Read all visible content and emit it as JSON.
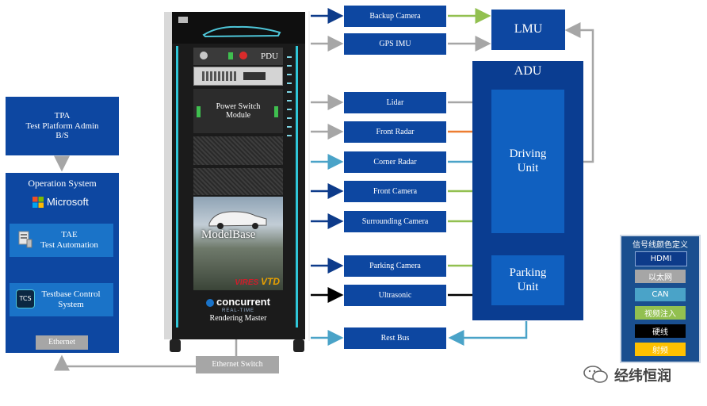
{
  "tpa": {
    "title": "TPA",
    "line2": "Test Platform  Admin",
    "line3": "B/S"
  },
  "os": {
    "title": "Operation System",
    "microsoft": "Microsoft",
    "tae_line1": "TAE",
    "tae_line2": "Test Automation",
    "tbc_line1": "Testbase Control",
    "tbc_line2": "System",
    "tcs_logo": "TCS",
    "ethernet": "Ethernet"
  },
  "rack": {
    "pdu": "PDU",
    "power_switch_1": "Power Switch",
    "power_switch_2": "Module",
    "modelbase": "ModelBase",
    "vires": "VIRES",
    "vtd": "VTD",
    "concurrent": "concurrent",
    "realtime": "REAL-TIME",
    "rendering_master": "Rendering Master"
  },
  "ethernet_switch": "Ethernet Switch",
  "sensors": [
    "Backup Camera",
    "GPS IMU",
    "Lidar",
    "Front Radar",
    "Corner Radar",
    "Front Camera",
    "Surrounding Camera",
    "Parking Camera",
    "Ultrasonic",
    "Rest Bus"
  ],
  "lmu": "LMU",
  "adu": {
    "title": "ADU",
    "driving_1": "Driving",
    "driving_2": "Unit",
    "parking_1": "Parking",
    "parking_2": "Unit"
  },
  "legend": {
    "title": "信号线颜色定义",
    "items": [
      "HDMI",
      "以太网",
      "CAN",
      "视频注入",
      "硬线",
      "射频"
    ]
  },
  "watermark": "经纬恒润",
  "colors": {
    "hdmi": "#0d3b8a",
    "ethernet": "#a6a6a6",
    "can": "#4aa3c8",
    "video": "#92c050",
    "hardwire": "#000000",
    "rf": "#ffc000",
    "orange_line": "#ed7d31",
    "box_blue": "#0d47a1"
  }
}
